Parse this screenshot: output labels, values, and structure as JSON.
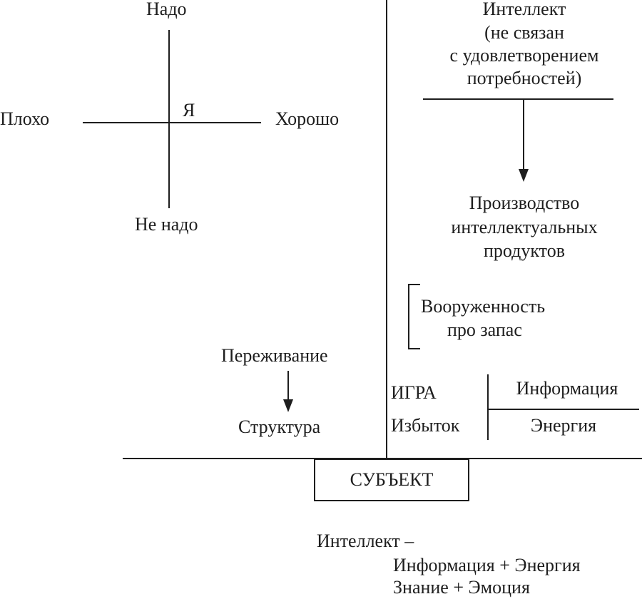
{
  "quadrant": {
    "top": "Надо",
    "bottom": "Не надо",
    "left": "Плохо",
    "right": "Хорошо",
    "center": "Я"
  },
  "intellect_block": {
    "lines": [
      "Интеллект",
      "(не связан",
      "с удовлетворением",
      "потребностей)"
    ],
    "result_lines": [
      "Производство",
      "интеллектуальных",
      "продуктов"
    ]
  },
  "reserve": {
    "lines": [
      "Вооруженность",
      "про запас"
    ]
  },
  "experience": {
    "top": "Переживание",
    "bottom": "Структура"
  },
  "game": {
    "left_top": "ИГРА",
    "left_bottom": "Избыток",
    "numerator": "Информация",
    "denominator": "Энергия"
  },
  "subject_box": "СУБЪЕКТ",
  "formula": {
    "title": "Интеллект –",
    "line1": "Информация + Энергия",
    "line2": "Знание + Эмоция"
  }
}
